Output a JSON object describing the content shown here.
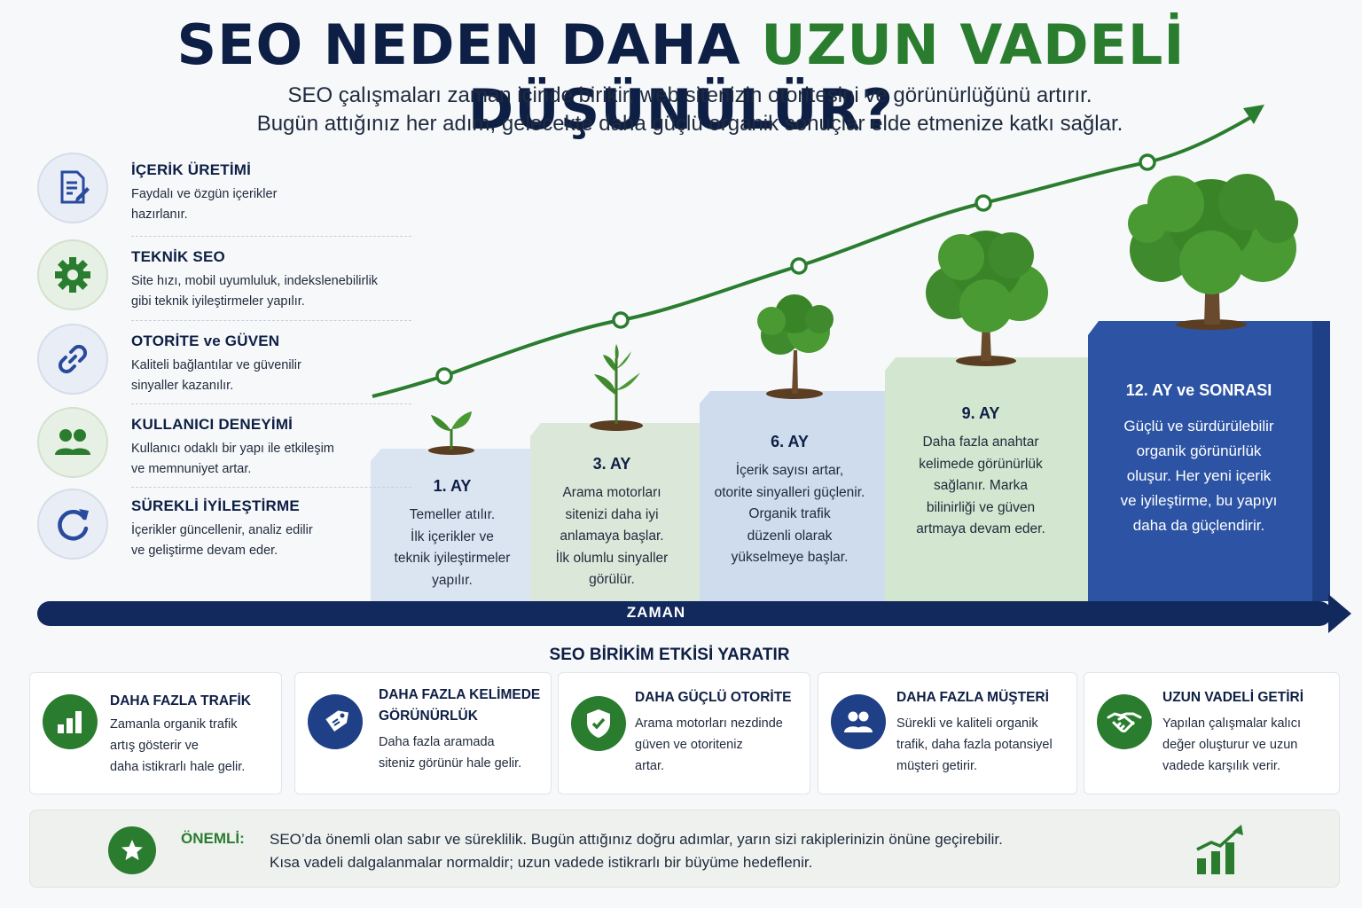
{
  "header": {
    "title_part1": "SEO NEDEN DAHA ",
    "title_green": "UZUN VADELİ",
    "title_part2": " DÜŞÜNÜLÜR?",
    "subtitle_line1": "SEO çalışmaları zaman içinde birikir, web sitenizin otoritesini ve görünürlüğünü artırır.",
    "subtitle_line2": "Bugün attığınız her adım, gelecekte daha güçlü organik sonuçlar elde etmenize katkı sağlar."
  },
  "factors": [
    {
      "title": "İÇERİK ÜRETİMİ",
      "line1": "Faydalı ve özgün içerikler",
      "line2": "hazırlanır.",
      "icon": "document-edit-icon"
    },
    {
      "title": "TEKNİK SEO",
      "line1": "Site hızı, mobil uyumluluk, indekslenebilirlik",
      "line2": "gibi teknik iyileştirmeler yapılır.",
      "icon": "gear-icon"
    },
    {
      "title": "OTORİTE ve GÜVEN",
      "line1": "Kaliteli bağlantılar ve güvenilir",
      "line2": "sinyaller kazanılır.",
      "icon": "link-icon"
    },
    {
      "title": "KULLANICI DENEYİMİ",
      "line1": "Kullanıcı odaklı bir yapı ile etkileşim",
      "line2": "ve memnuniyet artar.",
      "icon": "users-icon"
    },
    {
      "title": "SÜREKLİ İYİLEŞTİRME",
      "line1": "İçerikler güncellenir, analiz edilir",
      "line2": "ve geliştirme devam eder.",
      "icon": "refresh-icon"
    }
  ],
  "steps": [
    {
      "title": "1. AY",
      "lines": [
        "Temeller atılır.",
        "İlk içerikler ve",
        "teknik iyileştirmeler",
        "yapılır."
      ]
    },
    {
      "title": "3. AY",
      "lines": [
        "Arama motorları",
        "sitenizi daha iyi",
        "anlamaya başlar.",
        "İlk olumlu sinyaller",
        "görülür."
      ]
    },
    {
      "title": "6. AY",
      "lines": [
        "İçerik sayısı artar,",
        "otorite sinyalleri güçlenir.",
        "Organik trafik",
        "düzenli olarak",
        "yükselmeye başlar."
      ]
    },
    {
      "title": "9. AY",
      "lines": [
        "Daha fazla anahtar",
        "kelimede görünürlük",
        "sağlanır. Marka",
        "bilinirliği ve güven",
        "artmaya devam eder."
      ]
    },
    {
      "title": "12. AY ve SONRASI",
      "lines": [
        "Güçlü ve sürdürülebilir",
        "organik görünürlük",
        "oluşur. Her yeni içerik",
        "ve iyileştirme, bu yapıyı",
        "daha da güçlendirir."
      ]
    }
  ],
  "timeline_label": "ZAMAN",
  "benefits_title": "SEO BİRİKİM ETKİSİ YARATIR",
  "benefits": [
    {
      "title1": "DAHA FAZLA TRAFİK",
      "title2": "",
      "lines": [
        "Zamanla organik trafik",
        "artış gösterir ve",
        "daha istikrarlı hale gelir."
      ],
      "icon": "bar-chart-icon"
    },
    {
      "title1": "DAHA FAZLA KELİMEDE",
      "title2": "GÖRÜNÜRLÜK",
      "lines": [
        "Daha fazla aramada",
        "siteniz görünür hale gelir."
      ],
      "icon": "tag-icon"
    },
    {
      "title1": "DAHA GÜÇLÜ OTORİTE",
      "title2": "",
      "lines": [
        "Arama motorları nezdinde",
        "güven ve otoriteniz",
        "artar."
      ],
      "icon": "shield-check-icon"
    },
    {
      "title1": "DAHA FAZLA MÜŞTERİ",
      "title2": "",
      "lines": [
        "Sürekli ve kaliteli organik",
        "trafik, daha fazla potansiyel",
        "müşteri getirir."
      ],
      "icon": "users-icon"
    },
    {
      "title1": "UZUN VADELİ GETİRİ",
      "title2": "",
      "lines": [
        "Yapılan çalışmalar kalıcı",
        "değer oluşturur ve uzun",
        "vadede karşılık verir."
      ],
      "icon": "handshake-icon"
    }
  ],
  "note": {
    "label": "ÖNEMLİ:",
    "line1": "SEO’da önemli olan sabır ve süreklilik. Bugün attığınız doğru adımlar, yarın sizi rakiplerinizin önüne geçirebilir.",
    "line2": "Kısa vadeli dalgalanmalar normaldir; uzun vadede istikrarlı bir büyüme hedeflenir."
  },
  "colors": {
    "navy": "#0e1f45",
    "green": "#2a7d2e",
    "blue": "#2d4f9e"
  }
}
